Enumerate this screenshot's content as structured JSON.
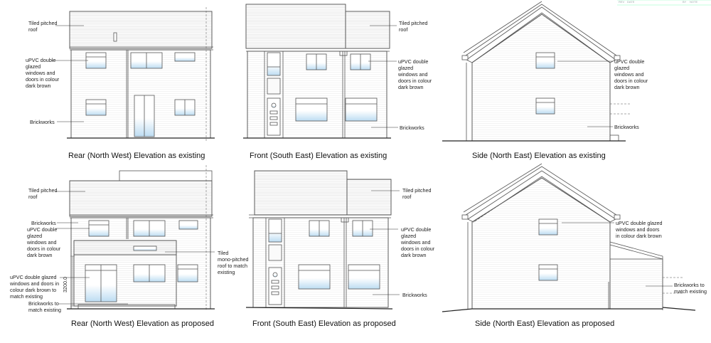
{
  "captions": {
    "rear_existing": "Rear (North West) Elevation as existing",
    "front_existing": "Front (South East) Elevation as existing",
    "side_existing": "Side (North East) Elevation as existing",
    "rear_proposed": "Rear (North West) Elevation as proposed",
    "front_proposed": "Front (South East) Elevation as proposed",
    "side_proposed": "Side (North East) Elevation as proposed"
  },
  "labels": {
    "tiled_roof_l1": "Tiled pitched",
    "tiled_roof_l2": "roof",
    "upvc_l1": "uPVC double",
    "upvc_l2": "glazed",
    "upvc_l3": "windows and",
    "upvc_l4": "doors in colour",
    "upvc_l5": "dark brown",
    "brickworks": "Brickworks",
    "side_upvc_l1": "uPVC double",
    "side_upvc_l2": "glazed",
    "side_upvc_l3": "windows and",
    "side_upvc_l4": "doors in colour",
    "side_upvc_l5": "dark brown",
    "p_upvc_l1": "uPVC double",
    "p_upvc_l2": "glazed",
    "p_upvc_l3": "windows and",
    "p_upvc_l4": "doors in colour",
    "p_upvc_l5": "dark brown",
    "mono_l1": "Tiled",
    "mono_l2": "mono-pitched",
    "mono_l3": "roof to match",
    "mono_l4": "existing",
    "ext_upvc_l1": "uPVC double glazed",
    "ext_upvc_l2": "windows and doors in",
    "ext_upvc_l3": "colour dark brown to",
    "ext_upvc_l4": "match existing",
    "brick_match_l1": "Brickworks to",
    "brick_match_l2": "match existing",
    "dimension": "3200.0",
    "sidep_upvc_l1": "uPVC double glazed",
    "sidep_upvc_l2": "windows and doors",
    "sidep_upvc_l3": "in colour dark brown",
    "sidep_brick_l1": "Brickworks to",
    "sidep_brick_l2": "match existing"
  },
  "titleblock": {
    "rev": "REV",
    "date": "DATE",
    "by": "BY",
    "note": "NOTE"
  },
  "colors": {
    "line": "#555555",
    "glass": "#cfe6f6",
    "roof_hatch": "#d6d6d6",
    "brick_hatch": "#ececec"
  }
}
